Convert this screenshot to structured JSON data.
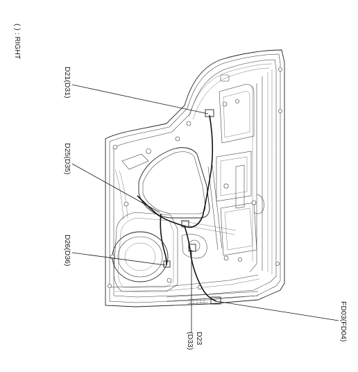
{
  "legend": "( ) : RIGHT",
  "callouts": {
    "d21": "D21(D31)",
    "d25": "D25(D35)",
    "d26": "D26(D36)",
    "d23_line1": "D23",
    "d23_line2": "(D33)",
    "fd03": "FD03(FD04)"
  }
}
